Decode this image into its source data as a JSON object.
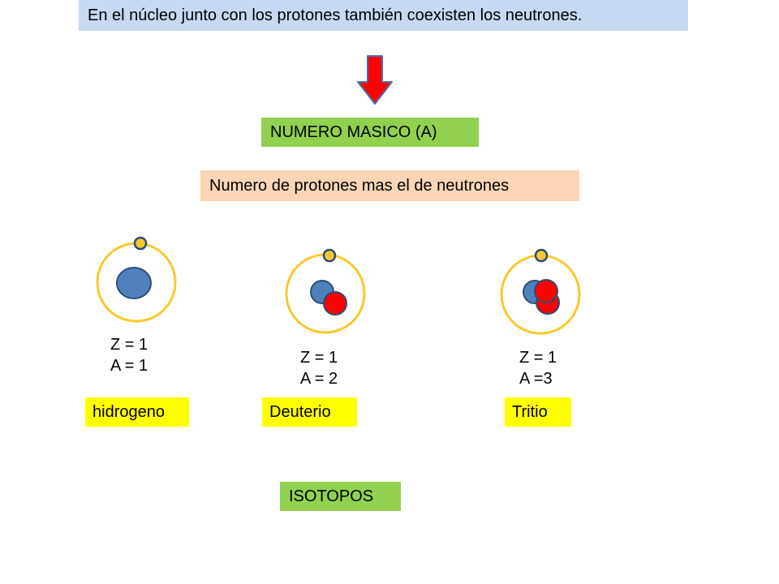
{
  "header": {
    "text": "En el núcleo junto con los protones también coexisten los neutrones.",
    "color": "#c6d9f1"
  },
  "arrow": {
    "color": "#ff0000",
    "outline": "#4a6fb0"
  },
  "masico": {
    "text": "NUMERO MASICO (A)",
    "color": "#92d050"
  },
  "definition": {
    "text": "Numero de protones mas el de neutrones",
    "color": "#fcd5b5"
  },
  "atoms": [
    {
      "name": "hidrogeno",
      "z": "Z = 1",
      "a": "A = 1"
    },
    {
      "name": "Deuterio",
      "z": "Z = 1",
      "a": "A = 2"
    },
    {
      "name": "Tritio",
      "z": "Z = 1",
      "a": "A =3"
    }
  ],
  "isotopos": {
    "text": "ISOTOPOS",
    "color": "#92d050"
  },
  "colors": {
    "orbit": "#fcc72c",
    "proton": "#4f81bd",
    "proton_outline": "#2c4d75",
    "neutron": "#ff0000",
    "label_bg": "#ffff00"
  }
}
